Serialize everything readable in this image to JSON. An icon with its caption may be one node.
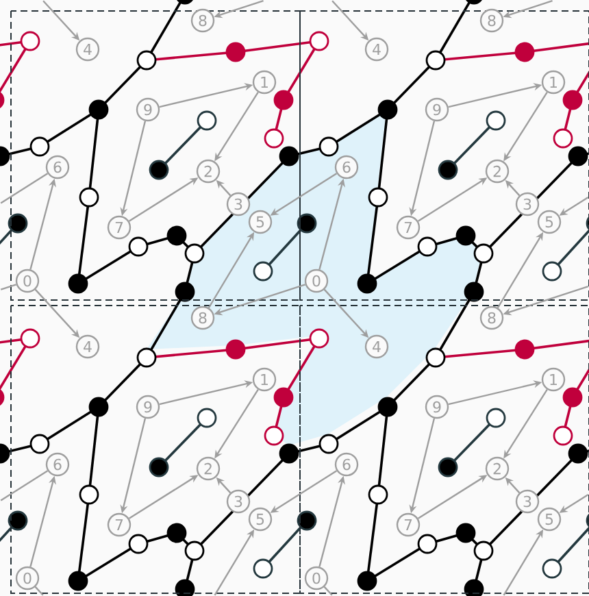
{
  "diagram": {
    "nodes": [
      {
        "text": [
          "0"
        ]
      },
      {
        "text": [
          "1"
        ]
      },
      {
        "text": [
          "2"
        ]
      },
      {
        "text": [
          "3"
        ]
      },
      {
        "text": [
          "4"
        ]
      },
      {
        "text": [
          "5"
        ]
      },
      {
        "text": [
          "6"
        ]
      },
      {
        "text": [
          "7"
        ]
      },
      {
        "text": [
          "8"
        ]
      },
      {
        "text": [
          "9"
        ]
      },
      {
        "text": [
          "0"
        ]
      },
      {
        "text": [
          "1"
        ]
      },
      {
        "text": [
          "2"
        ]
      },
      {
        "text": [
          "3"
        ]
      },
      {
        "text": [
          "4"
        ]
      },
      {
        "text": [
          "5"
        ]
      },
      {
        "text": [
          "6"
        ]
      },
      {
        "text": [
          "7"
        ]
      },
      {
        "text": [
          "8"
        ]
      },
      {
        "text": [
          "9"
        ]
      },
      {
        "text": [
          "0"
        ]
      },
      {
        "text": [
          "1"
        ]
      },
      {
        "text": [
          "2"
        ]
      },
      {
        "text": [
          "3"
        ]
      },
      {
        "text": [
          "4"
        ]
      },
      {
        "text": [
          "5"
        ]
      },
      {
        "text": [
          "6"
        ]
      },
      {
        "text": [
          "7"
        ]
      },
      {
        "text": [
          "8"
        ]
      },
      {
        "text": [
          "9"
        ]
      },
      {
        "text": [
          "0"
        ]
      },
      {
        "text": [
          "1"
        ]
      },
      {
        "text": [
          "2"
        ]
      },
      {
        "text": [
          "3"
        ]
      },
      {
        "text": [
          "4"
        ]
      },
      {
        "text": [
          "5"
        ]
      },
      {
        "text": [
          "6"
        ]
      },
      {
        "text": [
          "7"
        ]
      },
      {
        "text": [
          "8"
        ]
      },
      {
        "text": [
          "9"
        ]
      }
    ],
    "edges": [
      {
        "from": 9,
        "to": 1,
        "arrow": "to"
      },
      {
        "from": 1,
        "to": 2,
        "arrow": "to"
      },
      {
        "from": 9,
        "to": 7,
        "arrow": "to"
      },
      {
        "from": 7,
        "to": 2,
        "arrow": "to"
      },
      {
        "from": 0,
        "to": 6,
        "arrow": "to"
      },
      {
        "from": 3,
        "to": 2,
        "arrow": "to"
      },
      {
        "from": 19,
        "to": 11,
        "arrow": "to"
      },
      {
        "from": 11,
        "to": 12,
        "arrow": "to"
      },
      {
        "from": 19,
        "to": 17,
        "arrow": "to"
      },
      {
        "from": 17,
        "to": 12,
        "arrow": "to"
      },
      {
        "from": 10,
        "to": 16,
        "arrow": "to"
      },
      {
        "from": 13,
        "to": 12,
        "arrow": "to"
      },
      {
        "from": 29,
        "to": 21,
        "arrow": "to"
      },
      {
        "from": 21,
        "to": 22,
        "arrow": "to"
      },
      {
        "from": 29,
        "to": 27,
        "arrow": "to"
      },
      {
        "from": 27,
        "to": 22,
        "arrow": "to"
      },
      {
        "from": 20,
        "to": 26,
        "arrow": "to"
      },
      {
        "from": 23,
        "to": 22,
        "arrow": "to"
      },
      {
        "from": 39,
        "to": 31,
        "arrow": "to"
      },
      {
        "from": 31,
        "to": 32,
        "arrow": "to"
      },
      {
        "from": 39,
        "to": 37,
        "arrow": "to"
      },
      {
        "from": 37,
        "to": 32,
        "arrow": "to"
      },
      {
        "from": 30,
        "to": 36,
        "arrow": "to"
      },
      {
        "from": 33,
        "to": 32,
        "arrow": "to"
      },
      {
        "from": 16,
        "to": 5,
        "arrow": "to"
      },
      {
        "from": 36,
        "to": 25,
        "arrow": "to"
      },
      {
        "from": 6,
        "to": null,
        "arrow": "none"
      },
      {
        "from": 26,
        "to": null,
        "arrow": "none"
      },
      {
        "from": null,
        "to": 15,
        "arrow": "to"
      },
      {
        "from": null,
        "to": 35,
        "arrow": "to"
      },
      {
        "from": 0,
        "to": 24,
        "arrow": "to"
      },
      {
        "from": 10,
        "to": 34,
        "arrow": "to"
      },
      {
        "from": 20,
        "to": null,
        "arrow": "none"
      },
      {
        "from": 30,
        "to": null,
        "arrow": "none"
      },
      {
        "from": null,
        "to": 4,
        "arrow": "to"
      },
      {
        "from": null,
        "to": 14,
        "arrow": "to"
      },
      {
        "from": 28,
        "to": 5,
        "arrow": "to"
      },
      {
        "from": 38,
        "to": 15,
        "arrow": "to"
      },
      {
        "from": null,
        "to": 25,
        "arrow": "to"
      },
      {
        "from": null,
        "to": 35,
        "arrow": "to"
      },
      {
        "from": 10,
        "to": 28,
        "arrow": "to"
      },
      {
        "from": 0,
        "to": null,
        "arrow": "none"
      },
      {
        "from": null,
        "to": 8,
        "arrow": "to"
      },
      {
        "from": null,
        "to": 18,
        "arrow": "to"
      },
      {
        "from": null,
        "to": 38,
        "arrow": "to"
      }
    ]
  }
}
